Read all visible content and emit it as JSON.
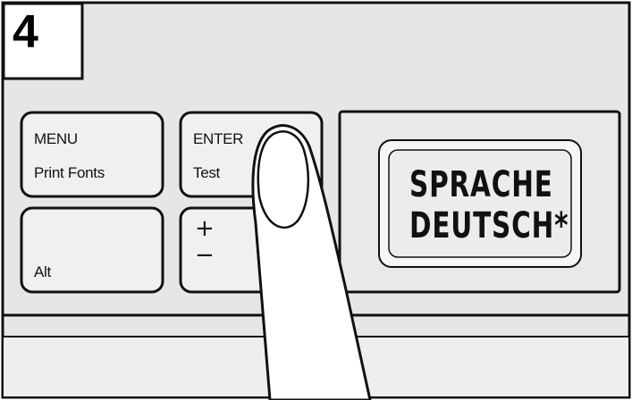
{
  "step": "4",
  "keys": {
    "menu": {
      "top": "MENU",
      "bottom": "Print Fonts"
    },
    "enter": {
      "top": "ENTER",
      "bottom": "Test"
    },
    "alt": {
      "bottom": "Alt"
    },
    "plusminus": {
      "plus": "+",
      "minus": "−"
    }
  },
  "display": {
    "line1": "SPRACHE",
    "line2": "DEUTSCH*"
  },
  "colors": {
    "panel": "#e6e6e6",
    "key": "#f0f0f0",
    "outline": "#111111",
    "finger": "#ffffff"
  }
}
